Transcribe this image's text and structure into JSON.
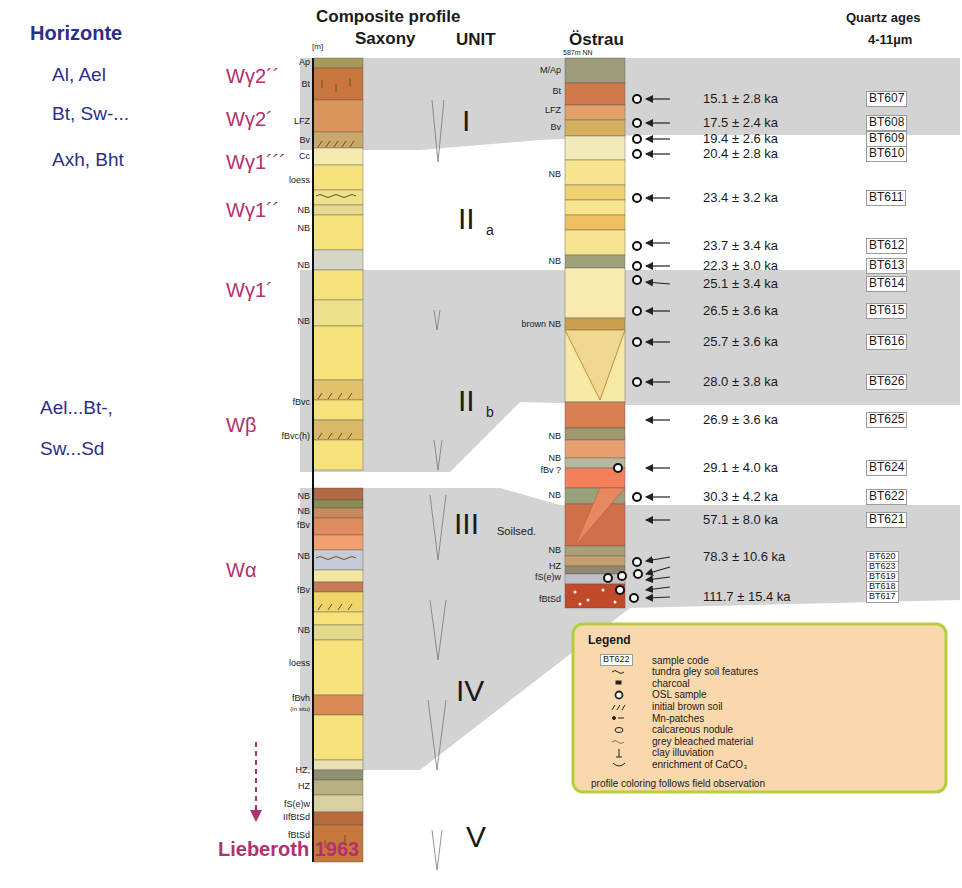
{
  "diagram": {
    "labels": [
      "Horizonte",
      "Al, Ael",
      "Bt, Sw-...",
      "Axh, Bht",
      "Ael...Bt-,",
      "Sw...Sd",
      "Wγ2´´",
      "Wγ2´",
      "Wγ1´´´",
      "Wγ1´´",
      "Wγ1´",
      "Wβ",
      "Wα",
      "Lieberoth 1963",
      "Composite profile",
      "Saxony",
      "[m]",
      "Ap",
      "Bt",
      "LFZ",
      "Bv",
      "Cc",
      "loess",
      "NB",
      "NB",
      "NB",
      "NB",
      "fBvc",
      "fBvc(h)",
      "NB",
      "NB",
      "fBv",
      "NB",
      "fBv",
      "NB",
      "loess",
      "fBvh",
      "(in situ)",
      "HZ,",
      "HZ",
      "fS(e)w",
      "IIfBtSd",
      "fBtSd",
      "UNIT",
      "I",
      "II",
      "a",
      "II",
      "b",
      "III",
      "Soilsed.",
      "IV",
      "V",
      "Östrau",
      "587m NN",
      "M/Ap",
      "Bt",
      "LFZ",
      "Bv",
      "NB",
      "NB",
      "brown NB",
      "NB",
      "NB",
      "fBv ?",
      "NB",
      "NB",
      "HZ",
      "fS(e)w",
      "fBtSd",
      "Quartz ages",
      "4-11µm",
      "15.1 ± 2.8 ka",
      "BT607",
      "17.5 ± 2.4 ka",
      "BT608",
      "19.4 ± 2.6 ka",
      "BT609",
      "20.4 ± 2.8 ka",
      "BT610",
      "23.4 ± 3.2 ka",
      "BT611",
      "23.7 ± 3.4 ka",
      "BT612",
      "22.3 ± 3.0 ka",
      "BT613",
      "25.1 ± 3.4 ka",
      "BT614",
      "26.5 ± 3.6 ka",
      "BT615",
      "25.7 ± 3.6 ka",
      "BT616",
      "28.0 ± 3.8 ka",
      "BT626",
      "26.9 ± 3.6 ka",
      "BT625",
      "29.1 ± 4.0 ka",
      "BT624",
      "30.3 ± 4.2 ka",
      "BT622",
      "57.1 ± 8.0 ka",
      "BT621",
      "78.3 ± 10.6 ka",
      "BT620",
      "BT623",
      "BT619",
      "BT618",
      "111.7 ± 15.4 ka",
      "BT617",
      "Legend",
      "BT622",
      "profile coloring follows field observation"
    ],
    "legend": [
      {
        "text": "sample code"
      },
      {
        "text": "tundra gley soil features"
      },
      {
        "text": "charcoal"
      },
      {
        "text": "OSL sample"
      },
      {
        "text": "initial brown soil"
      },
      {
        "text": "Mn-patches"
      },
      {
        "text": "calcareous nodule"
      },
      {
        "text": "grey bleached material"
      },
      {
        "text": "clay illuviation"
      },
      {
        "text": "enrichment of CaCO₃"
      }
    ]
  }
}
